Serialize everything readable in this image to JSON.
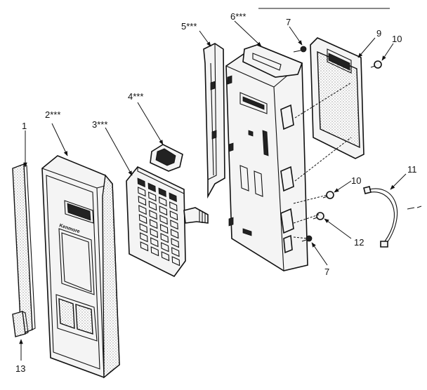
{
  "brand_text": "Kenmore",
  "callouts": [
    {
      "id": "1",
      "label": "1"
    },
    {
      "id": "2",
      "label": "2***"
    },
    {
      "id": "3",
      "label": "3***"
    },
    {
      "id": "4",
      "label": "4***"
    },
    {
      "id": "5",
      "label": "5***"
    },
    {
      "id": "6",
      "label": "6***"
    },
    {
      "id": "7a",
      "label": "7"
    },
    {
      "id": "9",
      "label": "9"
    },
    {
      "id": "10a",
      "label": "10"
    },
    {
      "id": "10b",
      "label": "10"
    },
    {
      "id": "11",
      "label": "11"
    },
    {
      "id": "12",
      "label": "12"
    },
    {
      "id": "7b",
      "label": "7"
    },
    {
      "id": "13",
      "label": "13"
    }
  ]
}
